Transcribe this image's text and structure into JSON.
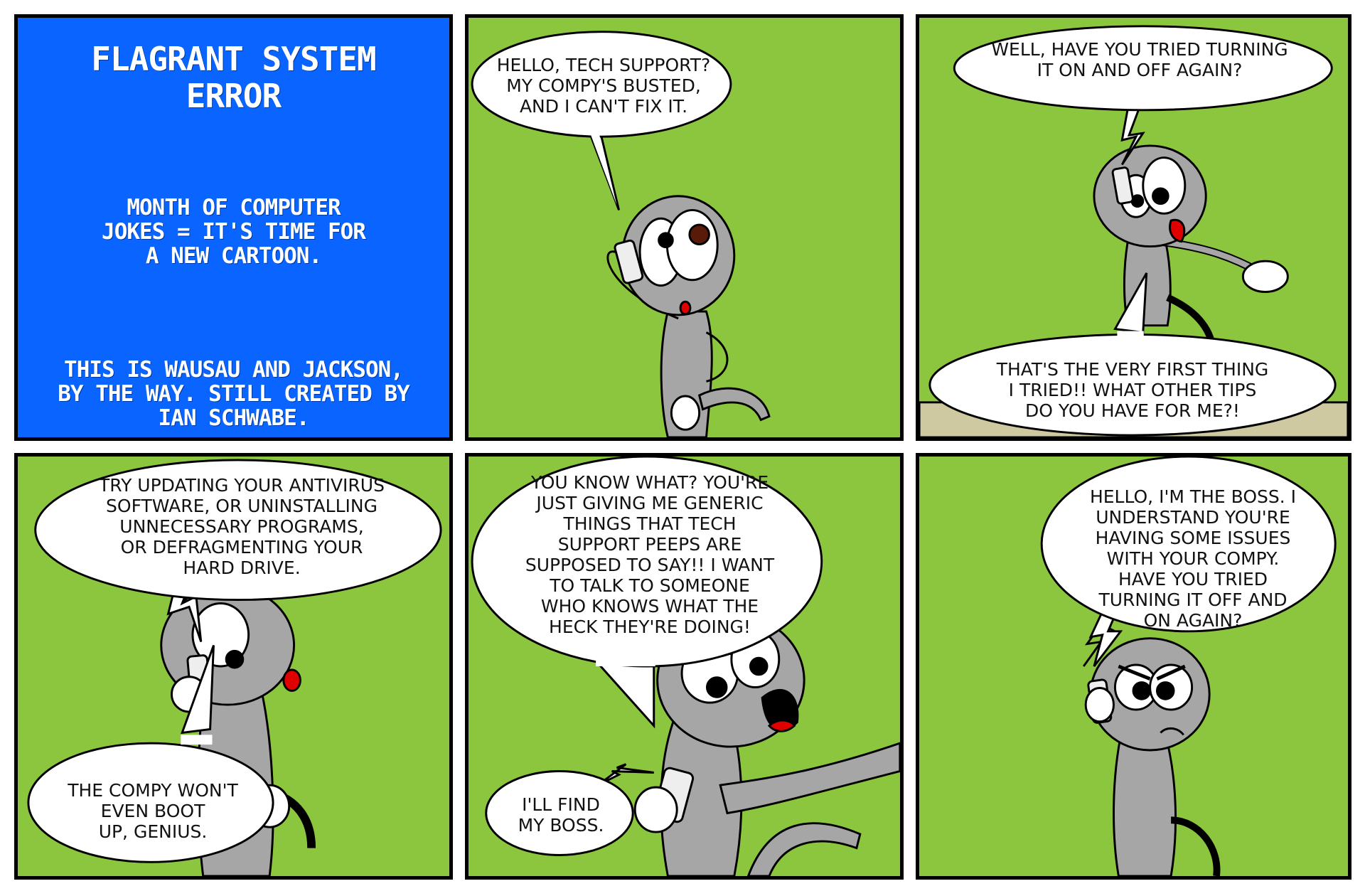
{
  "colors": {
    "background": "#ffffff",
    "title_panel": "#0a64ff",
    "grass": "#8cc63f",
    "character": "#a6a6a6",
    "floor": "#cfc9a1",
    "mouth": "#e00000"
  },
  "panel1": {
    "title": "FLAGRANT SYSTEM\nERROR",
    "note": "MONTH OF COMPUTER\nJOKES = IT'S TIME FOR\nA NEW CARTOON.",
    "credit": "THIS IS WAUSAU AND JACKSON,\nBY THE WAY. STILL CREATED BY\nIAN SCHWABE."
  },
  "panel2": {
    "bubble": "HELLO, TECH SUPPORT?\nMY COMPY'S BUSTED,\nAND I CAN'T FIX IT."
  },
  "panel3": {
    "bubble_top": "WELL, HAVE YOU TRIED TURNING\nIT ON AND OFF AGAIN?",
    "bubble_bottom": "THAT'S THE VERY FIRST THING\nI TRIED!! WHAT OTHER TIPS\nDO YOU HAVE FOR ME?!"
  },
  "panel4": {
    "bubble_top": "TRY UPDATING YOUR ANTIVIRUS\nSOFTWARE, OR UNINSTALLING\nUNNECESSARY PROGRAMS,\nOR DEFRAGMENTING YOUR\nHARD DRIVE.",
    "bubble_bottom": "THE COMPY WON'T\nEVEN BOOT\nUP, GENIUS."
  },
  "panel5": {
    "bubble_top": "YOU KNOW WHAT? YOU'RE\nJUST GIVING ME GENERIC\nTHINGS THAT TECH\nSUPPORT PEEPS ARE\nSUPPOSED TO SAY!! I WANT\nTO TALK TO SOMEONE\nWHO KNOWS WHAT THE\nHECK THEY'RE DOING!",
    "bubble_bottom": "I'LL FIND\nMY BOSS."
  },
  "panel6": {
    "bubble": "HELLO, I'M THE BOSS. I\nUNDERSTAND YOU'RE\nHAVING SOME ISSUES\nWITH YOUR COMPY.\nHAVE YOU TRIED\nTURNING IT OFF AND\nON AGAIN?"
  }
}
